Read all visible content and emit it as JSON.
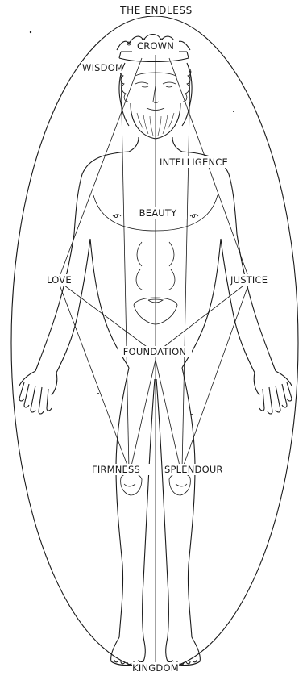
{
  "labels": {
    "top": "THE ENDLESS",
    "crown": "CROWN",
    "wisdom": "WISDOM",
    "intelligence": "INTELLIGENCE",
    "beauty": "BEAUTY",
    "love": "LOVE",
    "justice": "JUSTICE",
    "foundation": "FOUNDATION",
    "firmness": "FIRMNESS",
    "splendour": "SPLENDOUR",
    "kingdom": "KINGDOM"
  },
  "colors": {
    "ink": "#1a1a1a",
    "background": "#ffffff"
  }
}
